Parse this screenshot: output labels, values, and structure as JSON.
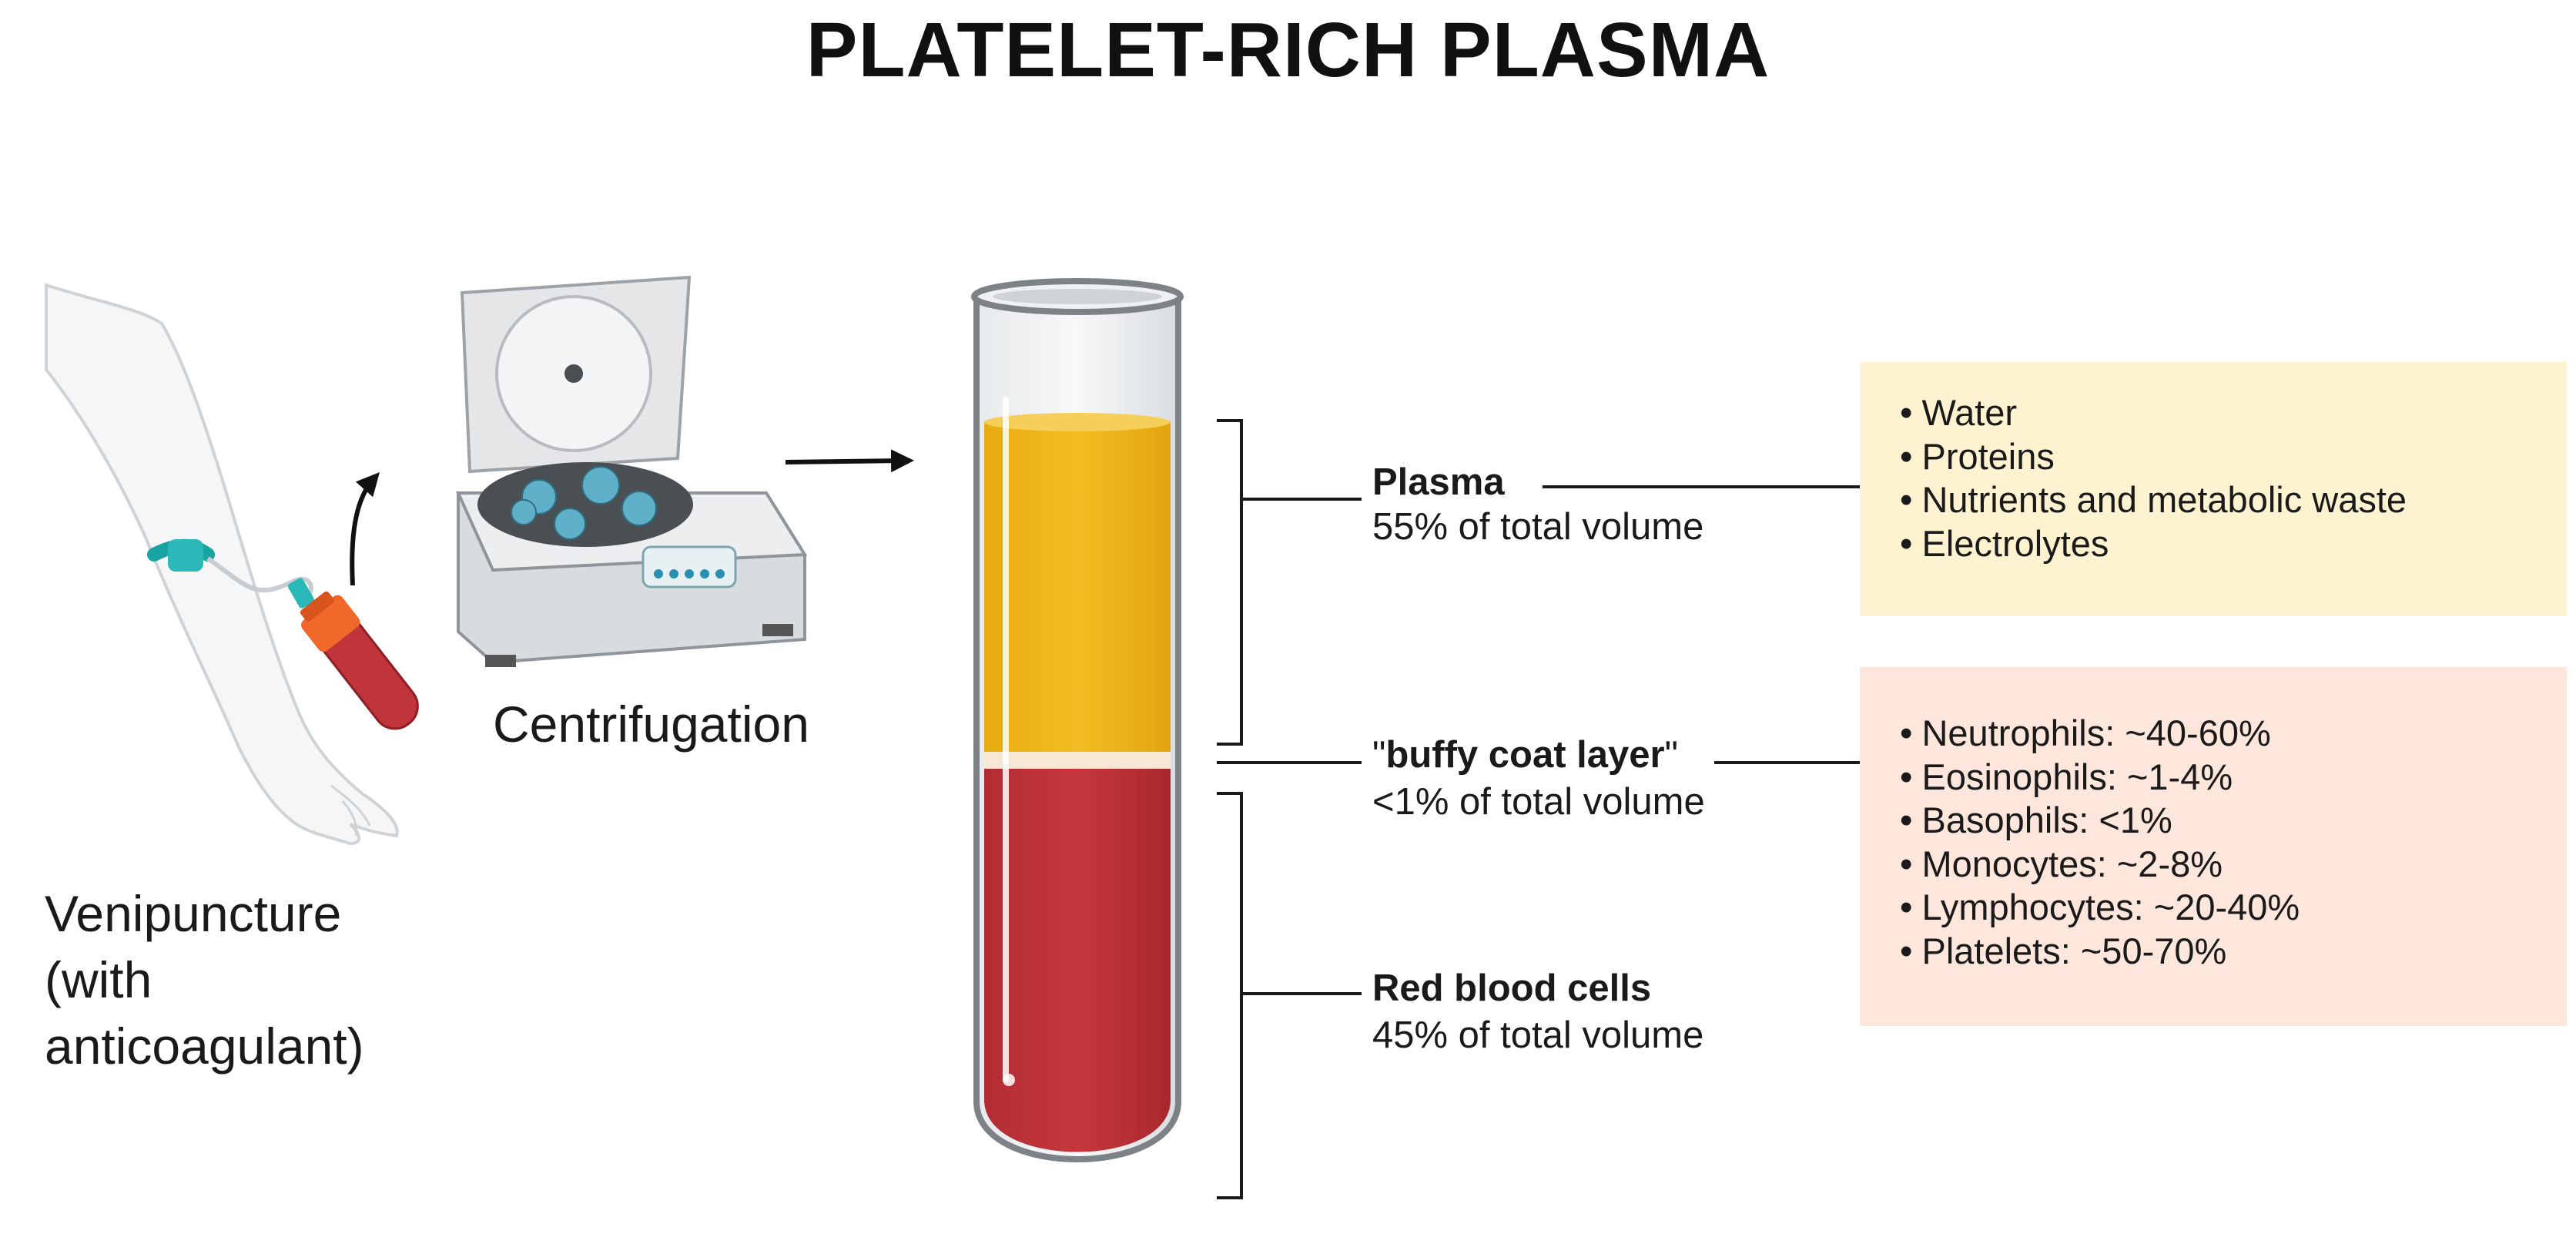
{
  "title": "PLATELET-RICH PLASMA",
  "steps": {
    "venipuncture_lines": [
      "Venipuncture",
      "(with",
      "anticoagulant)"
    ],
    "centrifugation": "Centrifugation"
  },
  "layers": [
    {
      "name": "Plasma",
      "volume": "55% of total volume",
      "color": "#f0b81e"
    },
    {
      "name_quote_open": "\"",
      "name": "buffy coat layer",
      "name_quote_close": "\"",
      "volume": "<1% of total volume",
      "color": "#f8e7d4"
    },
    {
      "name": "Red blood cells",
      "volume": "45% of total volume",
      "color": "#c0353b"
    }
  ],
  "plasma_components": [
    "Water",
    "Proteins",
    "Nutrients and metabolic waste",
    "Electrolytes"
  ],
  "buffy_components": [
    "Neutrophils: ~40-60%",
    "Eosinophils: ~1-4%",
    "Basophils: <1%",
    "Monocytes: ~2-8%",
    "Lymphocytes: ~20-40%",
    "Platelets: ~50-70%"
  ],
  "colors": {
    "plasma_box": "#fdf3d0",
    "buffy_box": "#fde6dc",
    "plasma": "#f0b81e",
    "red_cells": "#c0353b",
    "tourniquet": "#2bb8b8",
    "tube_cap": "#f0692a"
  },
  "icons": [
    "arm-icon",
    "butterfly-needle-icon",
    "blood-collection-tube-icon",
    "centrifuge-icon",
    "arrow-icon",
    "test-tube-icon",
    "white-blood-cell-icon",
    "platelet-icon"
  ]
}
